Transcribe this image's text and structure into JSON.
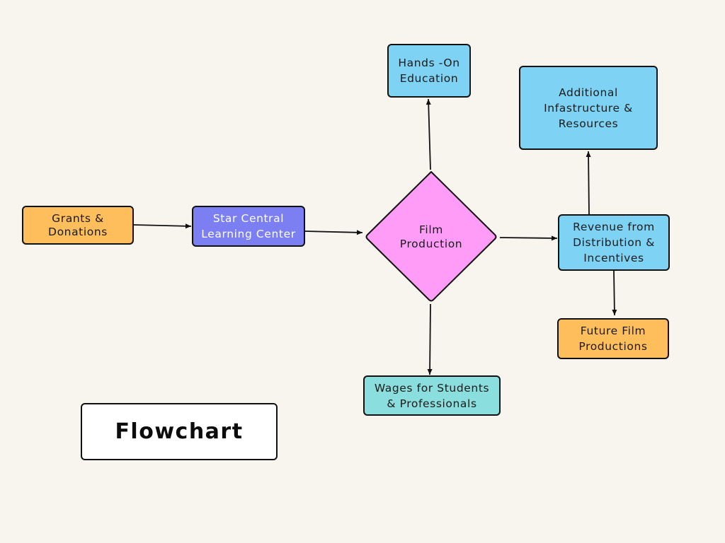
{
  "colors": {
    "background": "#f8f4ee",
    "orange": "#ffbe5c",
    "purple": "#7b7ff2",
    "pink": "#ff9cf8",
    "light_blue": "#7ed3f5",
    "teal": "#8adede",
    "white": "#ffffff",
    "stroke": "#111111"
  },
  "nodes": {
    "grants_donations": {
      "lines": [
        "Grants &",
        "Donations"
      ]
    },
    "star_central": {
      "lines": [
        "Star Central",
        "Learning Center"
      ]
    },
    "film_production": {
      "lines": [
        "Film",
        "Production"
      ]
    },
    "hands_on_education": {
      "lines": [
        "Hands -On",
        "Education"
      ]
    },
    "wages": {
      "lines": [
        "Wages for Students",
        "& Professionals"
      ]
    },
    "revenue": {
      "lines": [
        "Revenue from",
        "Distribution &",
        "Incentives"
      ]
    },
    "additional_infrastructure": {
      "lines": [
        "Additional",
        "Infastructure &",
        "Resources"
      ]
    },
    "future_film": {
      "lines": [
        "Future Film",
        "Productions"
      ]
    }
  },
  "edges": [
    {
      "from": "grants_donations",
      "to": "star_central"
    },
    {
      "from": "star_central",
      "to": "film_production"
    },
    {
      "from": "film_production",
      "to": "hands_on_education"
    },
    {
      "from": "film_production",
      "to": "wages"
    },
    {
      "from": "film_production",
      "to": "revenue"
    },
    {
      "from": "revenue",
      "to": "additional_infrastructure"
    },
    {
      "from": "revenue",
      "to": "future_film"
    }
  ],
  "title": "Flowchart"
}
